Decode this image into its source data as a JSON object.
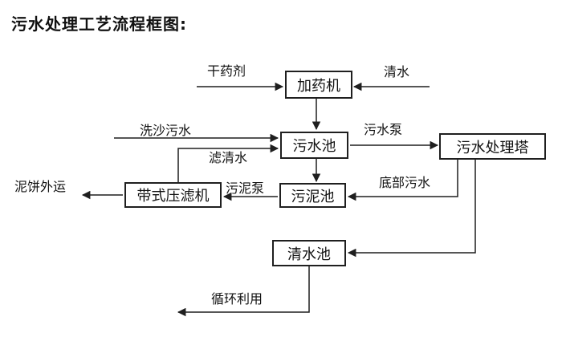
{
  "title": "污水处理工艺流程框图:",
  "colors": {
    "ink": "#1f1f1f",
    "background": "#ffffff"
  },
  "nodes": {
    "dosing_machine": {
      "label": "加药机"
    },
    "sewage_pool": {
      "label": "污水池"
    },
    "treatment_tower": {
      "label": "污水处理塔"
    },
    "belt_filter_press": {
      "label": "带式压滤机"
    },
    "sludge_pool": {
      "label": "污泥池"
    },
    "clean_water_pool": {
      "label": "清水池"
    }
  },
  "flow_labels": {
    "dry_chemical": "干药剂",
    "clean_water": "清水",
    "sand_washing_sewage": "洗沙污水",
    "sewage_pump": "污水泵",
    "filtered_water": "滤清水",
    "sludge_pump": "污泥泵",
    "bottom_sewage": "底部污水",
    "mud_cake_outbound": "泥饼外运",
    "recycling": "循环利用"
  },
  "edges": [
    {
      "from": "dry_chemical_feed",
      "to": "dosing_machine",
      "label": "干药剂"
    },
    {
      "from": "clean_water_feed",
      "to": "dosing_machine",
      "label": "清水"
    },
    {
      "from": "dosing_machine",
      "to": "sewage_pool",
      "label": ""
    },
    {
      "from": "sand_washing_source",
      "to": "sewage_pool",
      "label": "洗沙污水"
    },
    {
      "from": "belt_filter_press",
      "to": "sewage_pool",
      "label": "滤清水"
    },
    {
      "from": "sewage_pool",
      "to": "treatment_tower",
      "label": "污水泵"
    },
    {
      "from": "sewage_pool",
      "to": "sludge_pool",
      "label": ""
    },
    {
      "from": "treatment_tower",
      "to": "sludge_pool",
      "label": "底部污水"
    },
    {
      "from": "sludge_pool",
      "to": "belt_filter_press",
      "label": "污泥泵"
    },
    {
      "from": "belt_filter_press",
      "to": "mud_cake_outbound",
      "label": "泥饼外运"
    },
    {
      "from": "treatment_tower",
      "to": "clean_water_pool",
      "label": ""
    },
    {
      "from": "clean_water_pool",
      "to": "recycling_outlet",
      "label": "循环利用"
    }
  ]
}
